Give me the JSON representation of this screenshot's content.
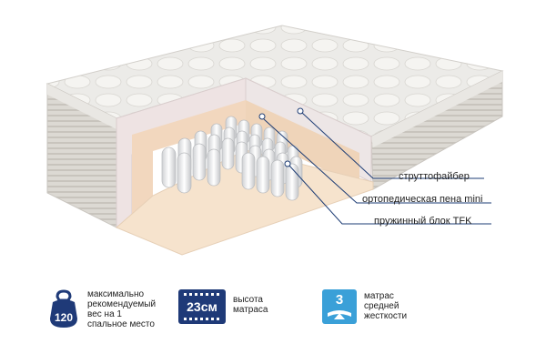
{
  "callouts": [
    {
      "label": "струттофайбер"
    },
    {
      "label": "ортопедическая пена mini"
    },
    {
      "label": "пружинный блок TFK"
    }
  ],
  "features": [
    {
      "badge": "120",
      "icon": "weight-kettlebell-icon",
      "lines": [
        "максимально",
        "рекомендуемый",
        "вес на 1",
        "спальное место"
      ]
    },
    {
      "badge": "23см",
      "icon": "mattress-height-icon",
      "lines": [
        "высота",
        "матраса"
      ]
    },
    {
      "badge": "3",
      "icon": "stiffness-level-icon",
      "lines": [
        "матрас",
        "средней",
        "жесткости"
      ]
    }
  ],
  "colors": {
    "badge_navy": "#1f3a78",
    "badge_cyan": "#3aa0d8",
    "callout_line": "#1d3c74",
    "foam": "#f4dfc8",
    "fiber": "#f0e6e6"
  }
}
